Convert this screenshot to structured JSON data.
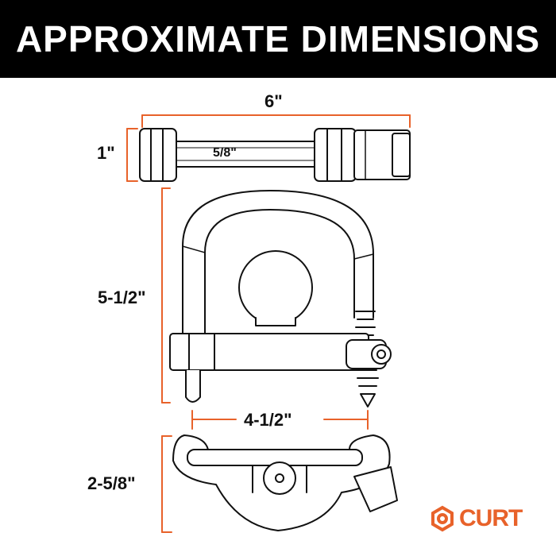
{
  "header": {
    "title": "APPROXIMATE DIMENSIONS"
  },
  "dimensions": {
    "pin_length": "6\"",
    "pin_height": "1\"",
    "pin_diameter": "5/8\"",
    "lock_height": "5-1/2\"",
    "inner_width": "4-1/2\"",
    "body_depth": "2-5/8\""
  },
  "brand": {
    "name": "CURT",
    "color": "#e8622a"
  },
  "colors": {
    "dimension_line": "#e8622a",
    "outline": "#111111",
    "fill": "#ffffff"
  }
}
